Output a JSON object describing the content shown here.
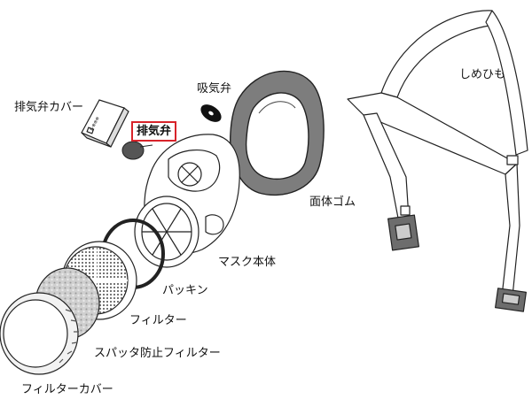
{
  "labels": {
    "exhaust_valve_cover": "排気弁カバー",
    "exhaust_valve": "排気弁",
    "intake_valve": "吸気弁",
    "face_rubber": "面体ゴム",
    "strap": "しめひも",
    "mask_body": "マスク本体",
    "packing": "パッキン",
    "filter": "フィルター",
    "spatter_filter": "スパッタ防止フィルター",
    "filter_cover": "フィルターカバー"
  },
  "cover_marking": "L-⊗⊗⊗",
  "colors": {
    "line": "#222222",
    "highlight_border": "#d8232a",
    "dark_part": "#4a4a4a",
    "face_rubber": "#7d7d7d"
  }
}
